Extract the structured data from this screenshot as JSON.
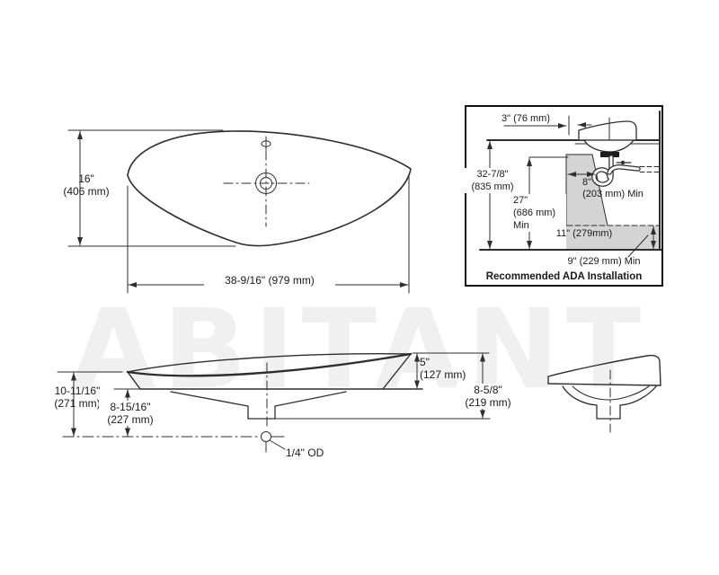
{
  "watermark": "ABITANT",
  "colors": {
    "line": "#2e2e2e",
    "knee_clearance_gray": "#d4d4d4",
    "watermark_gray": "#f0f0f0",
    "background": "#ffffff"
  },
  "top_view": {
    "height_in": "16\"",
    "height_mm": "(406 mm)",
    "width_label": "38-9/16\" (979 mm)"
  },
  "front_view": {
    "overall_height_in": "10-11/16\"",
    "overall_height_mm": "(271 mm)",
    "inner_height_in": "8-15/16\"",
    "inner_height_mm": "(227 mm)",
    "rim_height_in": "5\"",
    "rim_height_mm": "(127 mm)",
    "right_height_in": "8-5/8\"",
    "right_height_mm": "(219 mm)",
    "drain_label": "1/4\" OD"
  },
  "ada": {
    "title": "Recommended ADA Installation",
    "faucet_offset": "3\" (76 mm)",
    "rim_height_in": "32-7/8\"",
    "rim_height_mm": "(835 mm)",
    "knee_height_in": "27\"",
    "knee_height_mm": "(686 mm)",
    "knee_height_min": "Min",
    "knee_depth_in": "8\"",
    "knee_depth_mm": "(203 mm) Min",
    "toe_depth": "11\" (279mm)",
    "toe_height": "9\" (229 mm) Min"
  }
}
